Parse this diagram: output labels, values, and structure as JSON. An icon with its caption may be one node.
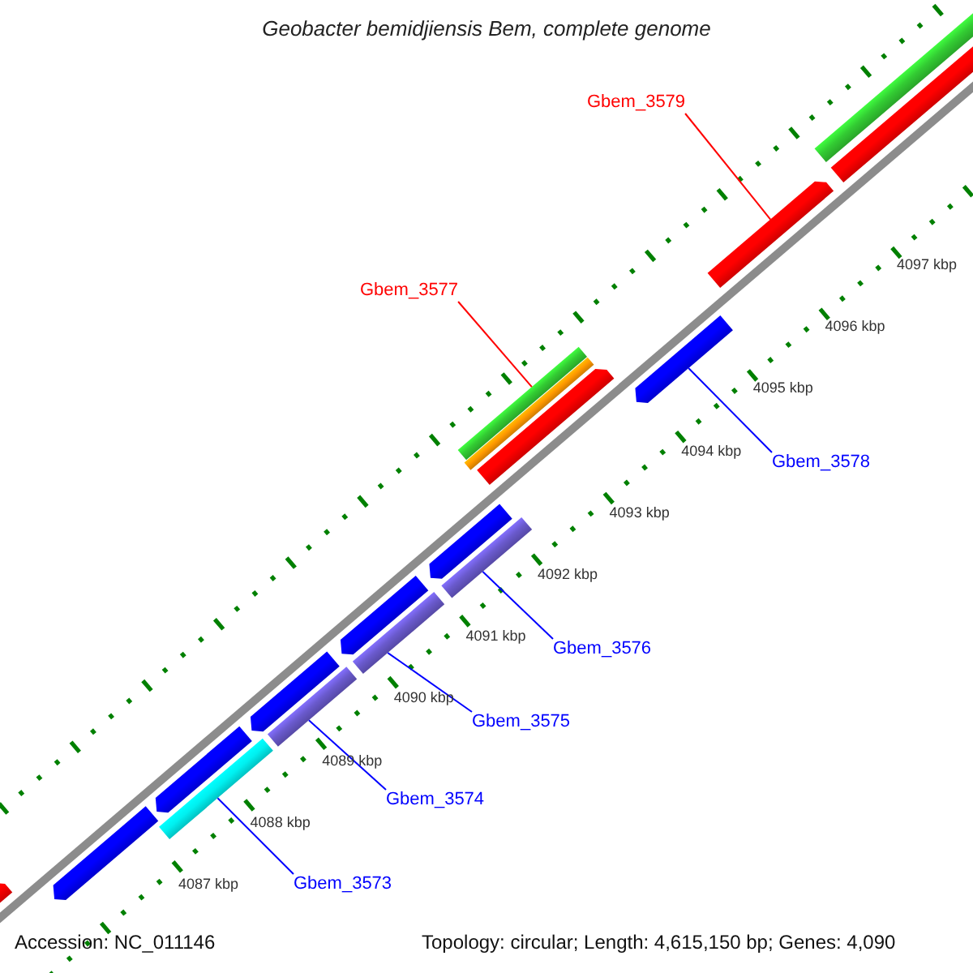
{
  "diagram": {
    "title": "Geobacter bemidjiensis Bem, complete genome",
    "nodes": [
      {
        "text": [
          "Gbem_3579"
        ]
      },
      {
        "text": [
          "Gbem_3577"
        ]
      },
      {
        "text": [
          "Gbem_3578"
        ]
      },
      {
        "text": [
          "Gbem_3576"
        ]
      },
      {
        "text": [
          "Gbem_3575"
        ]
      },
      {
        "text": [
          "Gbem_3574"
        ]
      },
      {
        "text": [
          "Gbem_3573"
        ]
      },
      {
        "text": [],
        "shape": "bar"
      },
      {
        "text": [],
        "shape": "bar"
      },
      {
        "text": [],
        "shape": "bar"
      },
      {
        "text": [],
        "shape": "bar"
      },
      {
        "text": [],
        "shape": "bar"
      },
      {
        "text": [],
        "shape": "bar"
      },
      {
        "text": [],
        "shape": "bar"
      },
      {
        "text": [],
        "shape": "bar"
      },
      {
        "text": [],
        "shape": "bar"
      },
      {
        "text": [],
        "shape": "bar"
      },
      {
        "text": [],
        "shape": "bar"
      },
      {
        "text": [],
        "shape": "bar"
      },
      {
        "text": [],
        "shape": "bar"
      },
      {
        "text": [],
        "shape": "bar"
      },
      {
        "text": [],
        "shape": "bar"
      },
      {
        "text": [],
        "shape": "bar"
      },
      {
        "text": [],
        "shape": "bar"
      }
    ],
    "edges": [
      {
        "from": 0,
        "to": 21,
        "arrow": "none",
        "color": "#ff0000"
      },
      {
        "from": 1,
        "to": 17,
        "arrow": "none",
        "color": "#ff0000"
      },
      {
        "from": 2,
        "to": 20,
        "arrow": "none"
      },
      {
        "from": 3,
        "to": 15,
        "arrow": "none"
      },
      {
        "from": 4,
        "to": 13,
        "arrow": "none"
      },
      {
        "from": 5,
        "to": 11,
        "arrow": "none"
      },
      {
        "from": 6,
        "to": 9,
        "arrow": "none"
      }
    ],
    "labels": [
      "4097 kbp",
      "4096 kbp",
      "4095 kbp",
      "4094 kbp",
      "4093 kbp",
      "4092 kbp",
      "4091 kbp",
      "4090 kbp",
      "4089 kbp",
      "4088 kbp",
      "4087 kbp",
      "Accession: NC_011146",
      "Topology: circular; Length: 4,615,150 bp; Genes: 4,090"
    ]
  }
}
